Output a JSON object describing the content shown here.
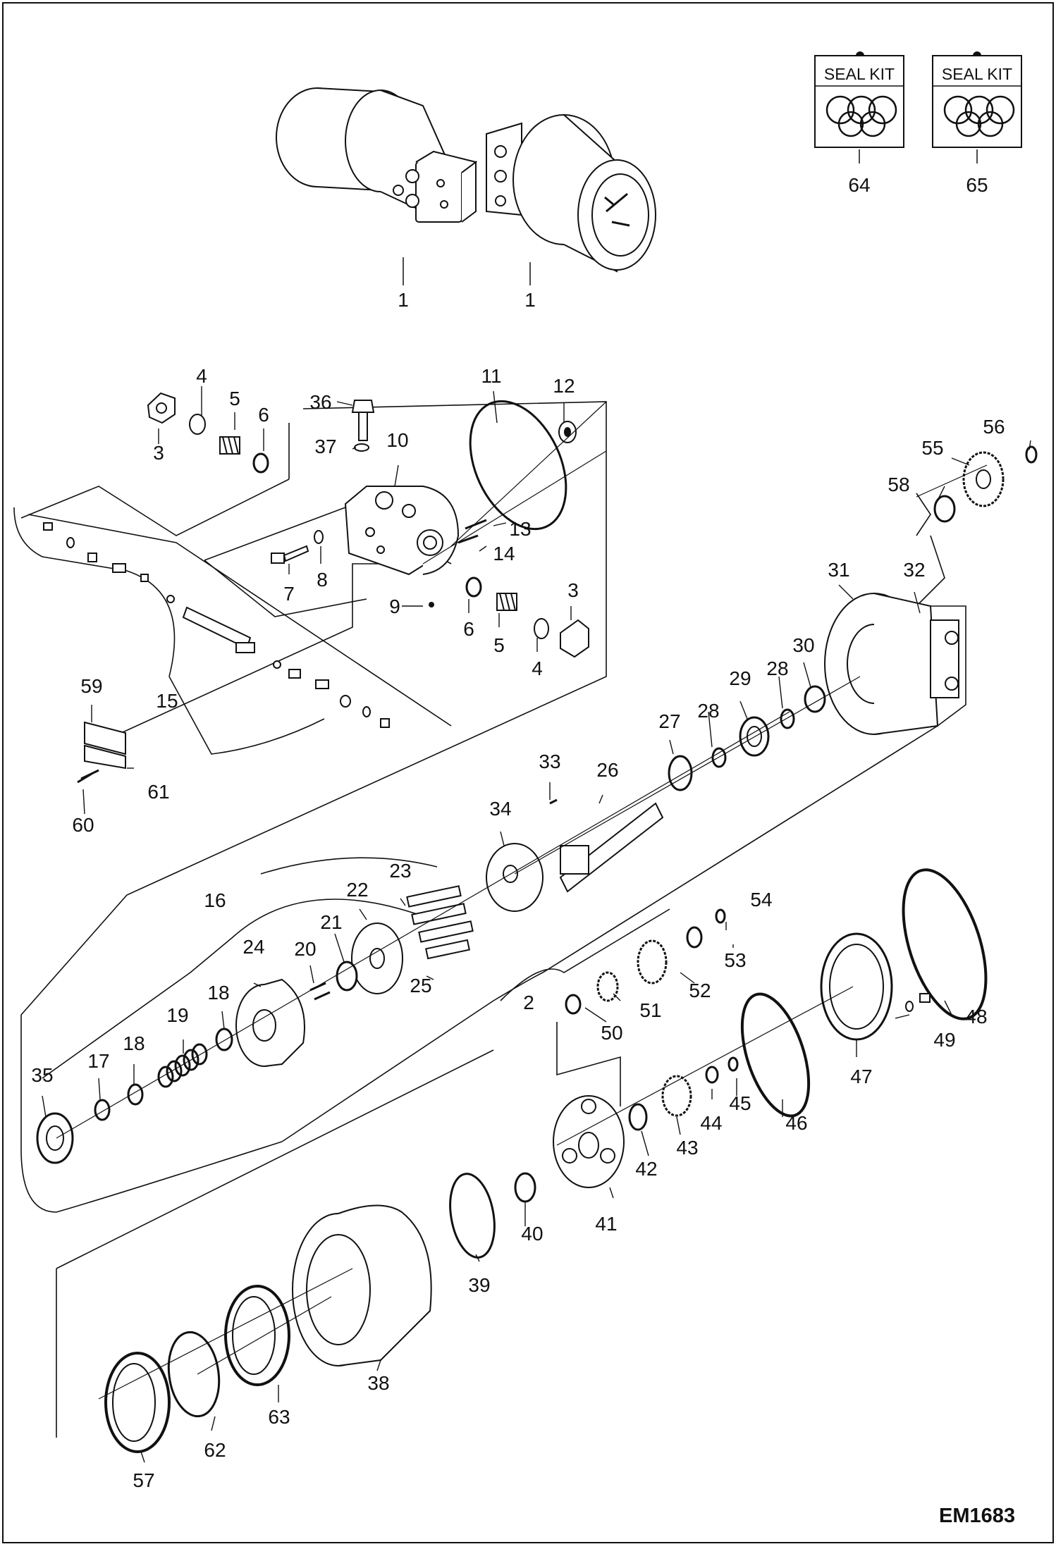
{
  "drawing_id": "EM1683",
  "seal_kits": [
    {
      "label": "SEAL KIT",
      "number": "64"
    },
    {
      "label": "SEAL KIT",
      "number": "65"
    }
  ],
  "callouts": {
    "c1a": "1",
    "c1b": "1",
    "c2": "2",
    "c3a": "3",
    "c3b": "3",
    "c4a": "4",
    "c4b": "4",
    "c5a": "5",
    "c5b": "5",
    "c6a": "6",
    "c6b": "6",
    "c7": "7",
    "c8": "8",
    "c9": "9",
    "c10": "10",
    "c11": "11",
    "c12": "12",
    "c13": "13",
    "c14": "14",
    "c15": "15",
    "c16": "16",
    "c17": "17",
    "c18a": "18",
    "c18b": "18",
    "c19": "19",
    "c20": "20",
    "c21": "21",
    "c22": "22",
    "c23": "23",
    "c24": "24",
    "c25": "25",
    "c26": "26",
    "c27": "27",
    "c28a": "28",
    "c28b": "28",
    "c29": "29",
    "c30": "30",
    "c31": "31",
    "c32": "32",
    "c33": "33",
    "c34": "34",
    "c35": "35",
    "c36": "36",
    "c37": "37",
    "c38": "38",
    "c39": "39",
    "c40": "40",
    "c41": "41",
    "c42": "42",
    "c43": "43",
    "c44": "44",
    "c45": "45",
    "c46": "46",
    "c47": "47",
    "c48": "48",
    "c49": "49",
    "c50": "50",
    "c51": "51",
    "c52": "52",
    "c53": "53",
    "c54": "54",
    "c55": "55",
    "c56": "56",
    "c57": "57",
    "c58": "58",
    "c59": "59",
    "c60": "60",
    "c61": "61",
    "c62": "62",
    "c63": "63"
  }
}
